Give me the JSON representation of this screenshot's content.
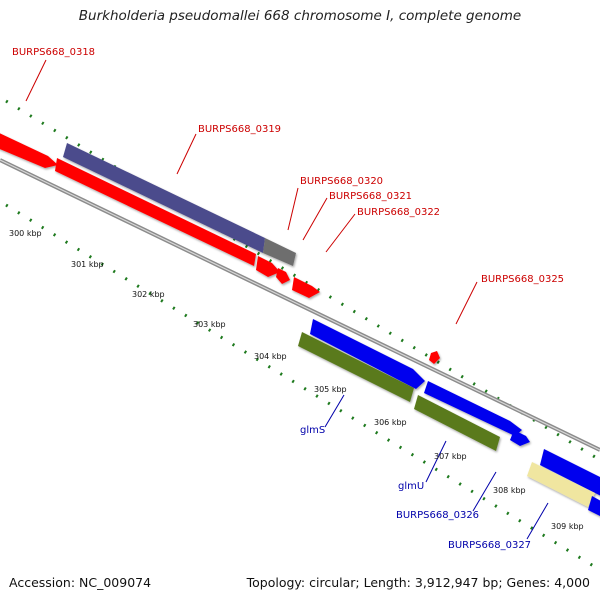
{
  "map": {
    "title": "Burkholderia pseudomallei 668 chromosome I, complete genome",
    "accession": "Accession: NC_009074",
    "summary": "Topology: circular; Length: 3,912,947 bp; Genes: 4,000"
  },
  "colors": {
    "tick": "#1e7a1e",
    "backbone": "#8c8c8c",
    "red_feature": "#ff0000",
    "slate_feature": "#4b4b8c",
    "gray_feature": "#6e6e6e",
    "blue_feature": "#0000ee",
    "olive_feature": "#5a7a1e",
    "pale_feature": "#f0e6a0",
    "red_label": "#cc0000",
    "blue_label": "#0000aa"
  },
  "scale_labels": [
    "300 kbp",
    "301 kbp",
    "302 kbp",
    "303 kbp",
    "304 kbp",
    "305 kbp",
    "306 kbp",
    "307 kbp",
    "308 kbp",
    "309 kbp"
  ],
  "gene_labels": {
    "top_strand": [
      "BURPS668_0318",
      "BURPS668_0319",
      "BURPS668_0320",
      "BURPS668_0321",
      "BURPS668_0322",
      "BURPS668_0325"
    ],
    "bottom_strand": [
      "glmS",
      "glmU",
      "BURPS668_0326",
      "BURPS668_0327"
    ]
  }
}
